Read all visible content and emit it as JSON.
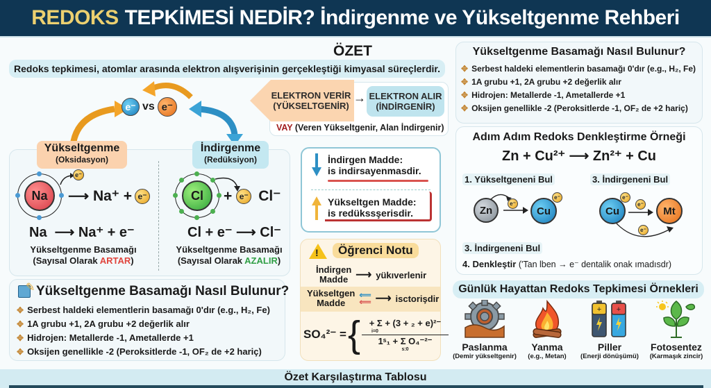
{
  "header": {
    "title_highlight": "REDOKS",
    "title_rest": "TEPKİMESİ NEDİR? İndirgenme ve Yükseltgenme Rehberi"
  },
  "summary": {
    "title": "ÖZET",
    "definition": "Redoks tepkimesi, atomlar arasında elektron alışverişinin gerçekleştiği kimyasal süreçlerdir.",
    "e_label": "e⁻",
    "vs_label": "vs",
    "gives_line1": "ELEKTRON VERİR",
    "gives_line2": "(YÜKSELTGENİR)",
    "arrow": "→",
    "takes_line1": "ELEKTRON ALIR",
    "takes_line2": "(İNDİRGENİR)",
    "vay_bold": "VAY",
    "vay_rest": "(Veren Yükseltgenir, Alan İndirgenir)"
  },
  "oxidation": {
    "title": "Yükseltgenme",
    "subtitle": "(Oksidasyon)",
    "atom": "Na",
    "diagram_product": "⟶ Na⁺ +",
    "equation": "Na  ⟶ Na⁺ + e⁻",
    "note_line1": "Yükseltgenme Basamağı",
    "note_prefix": "(Sayısal Olarak ",
    "note_keyword": "ARTAR",
    "note_suffix": ")",
    "keyword_color": "#e0443c"
  },
  "reduction": {
    "title": "İndirgenme",
    "subtitle": "(Redüksiyon)",
    "atom": "Cl",
    "diagram_plus": "+",
    "diagram_product": "Cl⁻",
    "equation": "Cl + e⁻ ⟶ Cl⁻",
    "note_line1": "Yükseltgenme Basamağı",
    "note_prefix": "(Sayısal Olarak ",
    "note_keyword": "AZALIR",
    "note_suffix": ")",
    "keyword_color": "#2f9e44"
  },
  "agents": {
    "reducing_title": "İndirgen Madde:",
    "reducing_text": "is indirsayenmasdir.",
    "oxidizing_title": "Yükseltgen Madde:",
    "oxidizing_text": "is redükssşerisdir."
  },
  "student_note": {
    "title": "Öğrenci Notu",
    "row1_label_1": "İndirgen",
    "row1_label_2": "Madde",
    "row1_text": "yükıverlenir",
    "row2_label_1": "Yükseltgen",
    "row2_label_2": "Madde",
    "row2_text": "isctorişdir",
    "formula_lhs": "SO₄²⁻ =",
    "formula_num": "+ Σ + (3 + ₂ + e)²⁻",
    "formula_num_sub": "i=0",
    "formula_den": "1ˢ₁ + Σ O₄⁻²⁻",
    "formula_den_sub": "s:0"
  },
  "oxidation_rules": {
    "title": "Yükseltgenme Basamağı Nasıl Bulunur?",
    "items": [
      "Serbest haldeki elementlerin basamağı 0'dır (e.g., H₂, Fe)",
      "1A grubu +1, 2A grubu +2 değerlik alır",
      "Hidrojen: Metallerde -1, Ametallerde +1",
      "Oksijen genellikle -2 (Peroksitlerde -1, OF₂ de +2 hariç)"
    ]
  },
  "steps": {
    "title": "Adım Adım Redoks Denkleştirme Örneği",
    "equation": "Zn + Cu²⁺ ⟶ Zn²⁺ + Cu",
    "step1": "1. Yükseltgeneni Bul",
    "step2": "3. İndirgeneni Bul",
    "step3": "3. İndirgeneni Bul",
    "step4_bold": "4. Denkleştir",
    "step4_rest": "('Tan lben  → e⁻ dentalik onak ımadısdr)",
    "atoms": [
      "Zn",
      "Cu",
      "Cu",
      "Mt"
    ]
  },
  "examples": {
    "title": "Günlük Hayattan Redoks Tepkimesi Örnekleri",
    "items": [
      {
        "name": "Paslanma",
        "desc": "(Demir yükseltgenir)"
      },
      {
        "name": "Yanma",
        "desc": "(e.g., Metan)"
      },
      {
        "name": "Piller",
        "desc": "(Enerji dönüşümü)"
      },
      {
        "name": "Fotosentez",
        "desc": "(Karmaşık zincir)"
      }
    ]
  },
  "footer": {
    "title": "Özet Karşılaştırma Tablosu"
  }
}
